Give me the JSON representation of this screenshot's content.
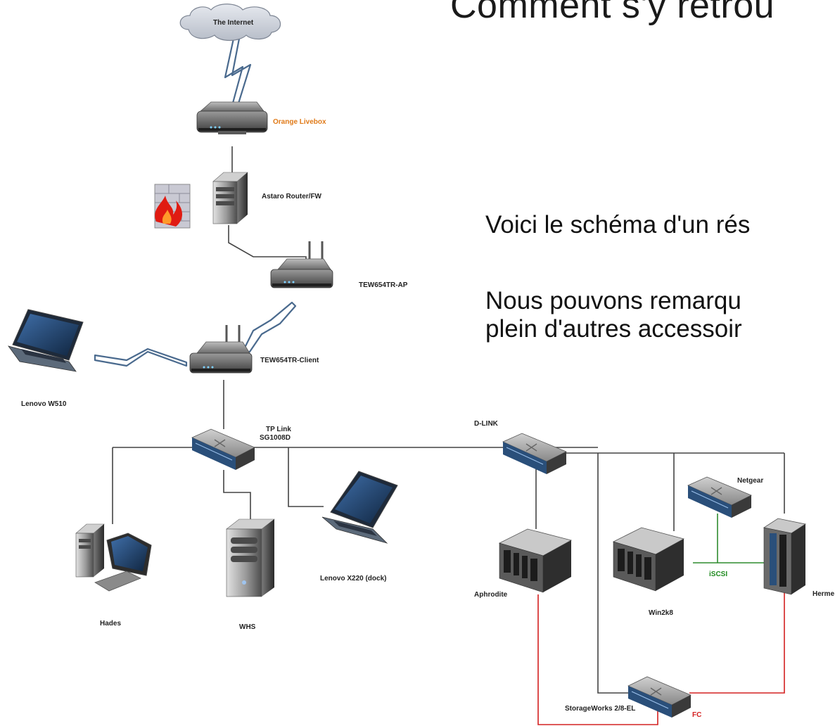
{
  "slide": {
    "title": "Comment s'y retrou",
    "paragraph1": "Voici le schéma d'un rés",
    "paragraph2_line1": "Nous pouvons remarqu",
    "paragraph2_line2": "plein d'autres accessoir"
  },
  "labels": {
    "internet": "The Internet",
    "livebox": "Orange Livebox",
    "astaro": "Astaro Router/FW",
    "tew_ap": "TEW654TR-AP",
    "tew_client": "TEW654TR-Client",
    "w510": "Lenovo W510",
    "tplink_1": "TP Link",
    "tplink_2": "SG1008D",
    "dlink": "D-LINK",
    "netgear": "Netgear",
    "hades": "Hades",
    "whs": "WHS",
    "x220": "Lenovo X220 (dock)",
    "aphrodite": "Aphrodite",
    "win2k8": "Win2k8",
    "iscsi": "iSCSI",
    "hermes": "Herme",
    "storageworks": "StorageWorks 2/8-EL",
    "fc": "FC"
  },
  "colors": {
    "ethernet": "#444444",
    "iscsi_link": "#2e8b2e",
    "fc_link": "#d42020",
    "wireless": "#4a6a8e",
    "livebox_label": "#e07a18"
  }
}
